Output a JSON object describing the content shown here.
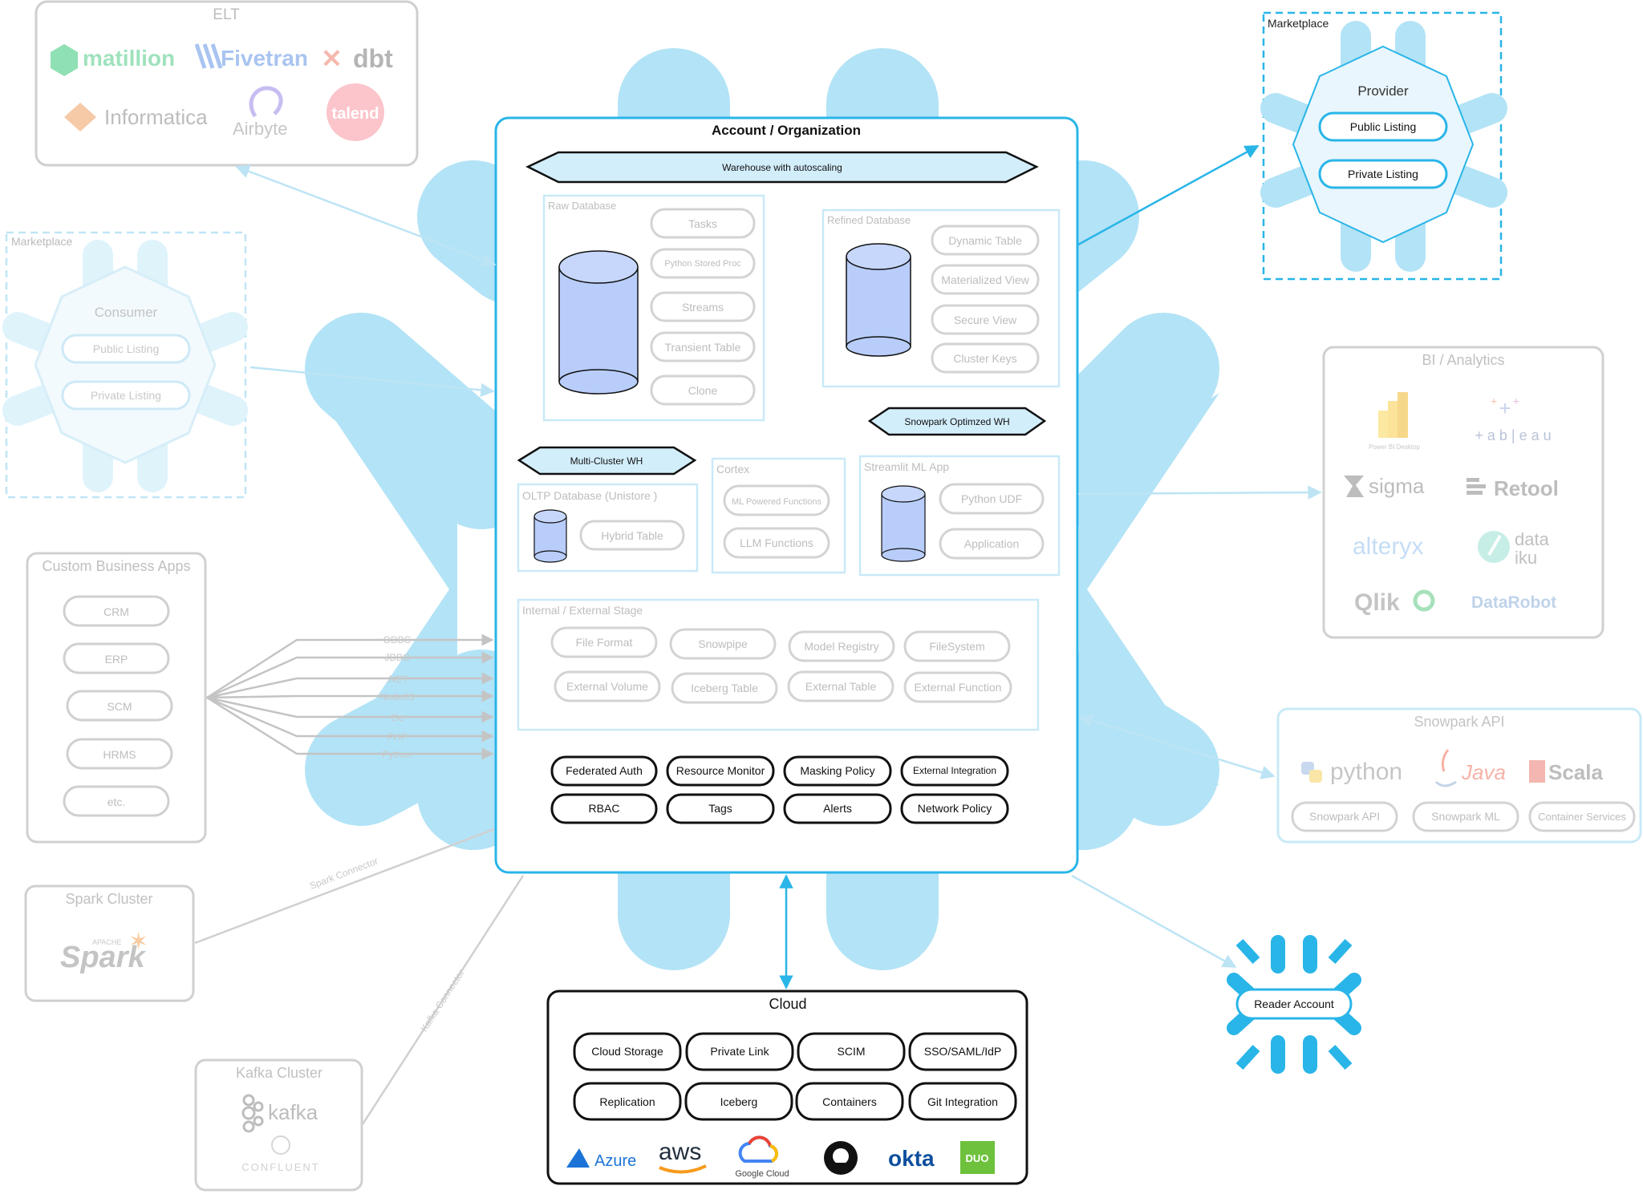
{
  "elt": {
    "title": "ELT",
    "logos": [
      "matillion",
      "Fivetran",
      "dbt",
      "Informatica",
      "Airbyte",
      "talend"
    ]
  },
  "consumer_marketplace": {
    "label": "Marketplace",
    "title": "Consumer",
    "public_listing": "Public Listing",
    "private_listing": "Private Listing"
  },
  "provider_marketplace": {
    "label": "Marketplace",
    "title": "Provider",
    "public_listing": "Public Listing",
    "private_listing": "Private Listing"
  },
  "custom_apps": {
    "title": "Custom Business Apps",
    "items": [
      "CRM",
      "ERP",
      "SCM",
      "HRMS",
      "etc."
    ]
  },
  "drivers": [
    "ODBC",
    "JDBC",
    ".NET",
    "NodeJS",
    "Go",
    "PHP",
    "Python"
  ],
  "spark": {
    "title": "Spark Cluster",
    "logo": "Spark",
    "logo_small": "APACHE",
    "connector": "Spark Connector"
  },
  "kafka": {
    "title": "Kafka Cluster",
    "logo": "kafka",
    "logo2": "CONFLUENT",
    "connector": "Kafka Connector"
  },
  "account": {
    "title": "Account / Organization",
    "warehouse": "Warehouse with autoscaling",
    "raw_db": {
      "title": "Raw Database",
      "items": [
        "Tasks",
        "Python Stored Proc",
        "Streams",
        "Transient Table",
        "Clone"
      ]
    },
    "refined_db": {
      "title": "Refined Database",
      "items": [
        "Dynamic Table",
        "Materialized View",
        "Secure View",
        "Cluster Keys"
      ]
    },
    "snowpark_wh": "Snowpark Optimzed WH",
    "multi_wh": "Multi-Cluster WH",
    "oltp": {
      "title": "OLTP Database (Unistore )",
      "item": "Hybrid Table"
    },
    "cortex": {
      "title": "Cortex",
      "items": [
        "ML Powered Functions",
        "LLM Functions"
      ]
    },
    "streamlit": {
      "title": "Streamlit ML App",
      "items": [
        "Python UDF",
        "Application"
      ]
    },
    "stage": {
      "title": "Internal / External Stage",
      "row1": [
        "File Format",
        "Snowpipe",
        "Model Registry",
        "FileSystem"
      ],
      "row2": [
        "External Volume",
        "Iceberg Table",
        "External Table",
        "External Function"
      ]
    },
    "governance_row1": [
      "Federated Auth",
      "Resource Monitor",
      "Masking Policy",
      "External Integration"
    ],
    "governance_row2": [
      "RBAC",
      "Tags",
      "Alerts",
      "Network Policy"
    ]
  },
  "cloud": {
    "title": "Cloud",
    "row1": [
      "Cloud Storage",
      "Private Link",
      "SCIM",
      "SSO/SAML/IdP"
    ],
    "row2": [
      "Replication",
      "Iceberg",
      "Containers",
      "Git Integration"
    ],
    "logos": [
      "Azure",
      "aws",
      "Google Cloud",
      "okta",
      "DUO"
    ]
  },
  "bi": {
    "title": "BI / Analytics",
    "logos": [
      "Power BI Desktop",
      "+ a b | e a u",
      "sigma",
      "Retool",
      "alteryx",
      "data",
      "iku",
      "Qlik",
      "DataRobot"
    ]
  },
  "snowpark_api": {
    "title": "Snowpark API",
    "logos": [
      "python",
      "Java",
      "Scala"
    ],
    "items": [
      "Snowpark API",
      "Snowpark ML",
      "Container Services"
    ]
  },
  "reader": {
    "label": "Reader Account"
  },
  "colors": {
    "snow": "#b3e3f6",
    "accent": "#29b5e8",
    "cyl": "#b8cdfa",
    "gray": "#c9c9c9",
    "faint": "#d9d9d9"
  }
}
